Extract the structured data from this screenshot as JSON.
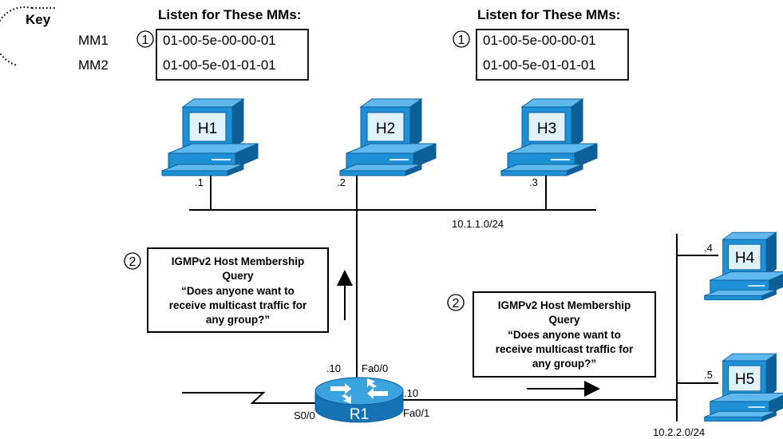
{
  "key": {
    "label": "Key"
  },
  "listen_left": {
    "header": "Listen for These MMs:",
    "step": "1",
    "row_labels": [
      "MM1",
      "MM2"
    ],
    "macs": [
      "01-00-5e-00-00-01",
      "01-00-5e-01-01-01"
    ]
  },
  "listen_right": {
    "header": "Listen for These MMs:",
    "step": "1",
    "macs": [
      "01-00-5e-00-00-01",
      "01-00-5e-01-01-01"
    ]
  },
  "hosts": {
    "h1": {
      "name": "H1",
      "addr": ".1"
    },
    "h2": {
      "name": "H2",
      "addr": ".2"
    },
    "h3": {
      "name": "H3",
      "addr": ".3"
    },
    "h4": {
      "name": "H4",
      "addr": ".4"
    },
    "h5": {
      "name": "H5",
      "addr": ".5"
    }
  },
  "subnets": {
    "top": "10.1.1.0/24",
    "right": "10.2.2.0/24"
  },
  "router": {
    "name": "R1",
    "fa00_addr": ".10",
    "fa00_name": "Fa0/0",
    "fa01_addr": ".10",
    "fa01_name": "Fa0/1",
    "s00_name": "S0/0"
  },
  "query_left": {
    "step": "2",
    "lines": [
      "IGMPv2 Host Membership",
      "Query",
      "“Does anyone want to",
      "receive multicast traffic for",
      "any group?”"
    ]
  },
  "query_right": {
    "step": "2",
    "lines": [
      "IGMPv2 Host Membership",
      "Query",
      "“Does anyone want to",
      "receive multicast traffic for",
      "any group?”"
    ]
  },
  "colors": {
    "host_body": "#1e90d6",
    "host_light": "#5fb8ee",
    "host_dark": "#0d5f98",
    "screen": "#dff1fb",
    "router_top": "#3aa2dc",
    "router_side": "#1673b3"
  }
}
